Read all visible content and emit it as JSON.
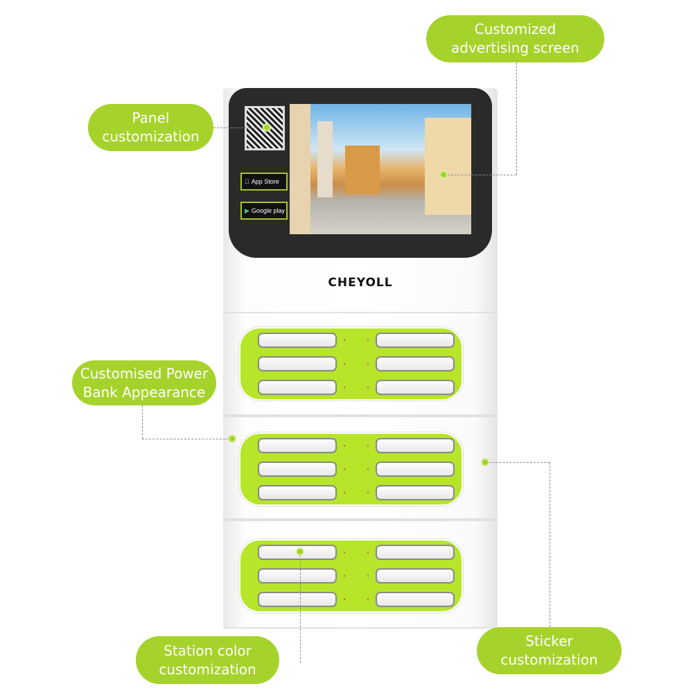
{
  "labels": {
    "advertising_screen": "Customized\nadvertising screen",
    "panel": "Panel\ncustomization",
    "power_bank": "Customised Power\nBank Appearance",
    "station_color": "Station color\ncustomization",
    "sticker": "Sticker\ncustomization"
  },
  "device": {
    "brand": "CHEYOLL",
    "app_store_badge": "App Store",
    "google_play_badge": "Google play",
    "modules": 3,
    "slots_per_module": 6
  },
  "colors": {
    "accent": "#a6d22c",
    "panel": "#b6e52a"
  }
}
